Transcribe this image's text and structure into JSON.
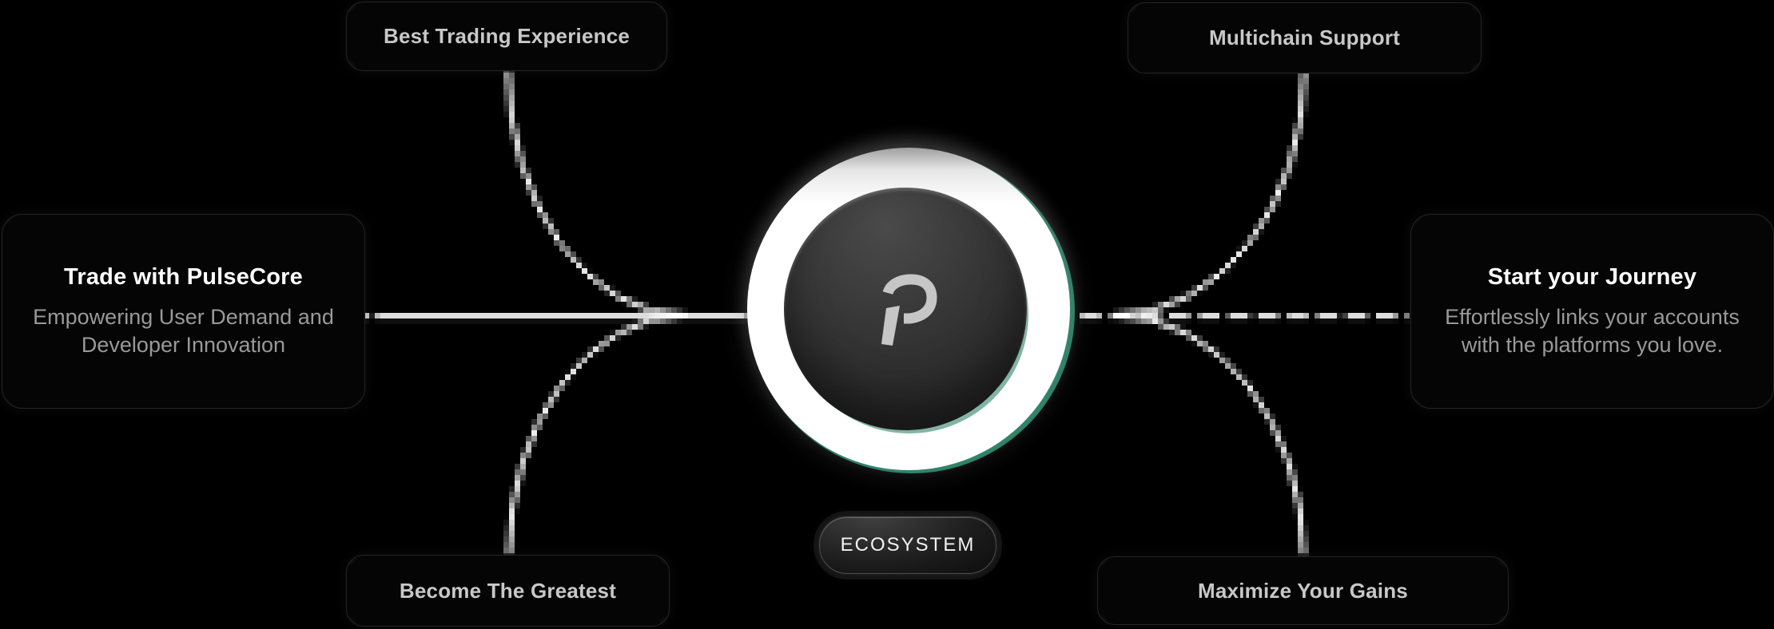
{
  "center": {
    "logo_letter": "P",
    "logo_alt": "PulseCore logo",
    "badge_label": "ECOSYSTEM"
  },
  "nodes": {
    "top_left": {
      "label": "Best Trading Experience"
    },
    "top_right": {
      "label": "Multichain Support"
    },
    "bottom_left": {
      "label": "Become The Greatest"
    },
    "bottom_right": {
      "label": "Maximize Your Gains"
    },
    "left": {
      "title": "Trade with PulseCore",
      "subtitle_lines": [
        "Empowering User Demand and",
        "Developer Innovation"
      ]
    },
    "right": {
      "title": "Start your Journey",
      "subtitle_lines": [
        "Effortlessly links your accounts",
        "with the platforms you love."
      ]
    }
  },
  "colors": {
    "background": "#000000",
    "connector": "#ffffff",
    "accent_green": "#1f7c60",
    "card_background": "#050505",
    "card_border": "#242424",
    "title_text": "#ffffff",
    "label_text": "#c8c8c8",
    "muted_text": "#999999"
  }
}
